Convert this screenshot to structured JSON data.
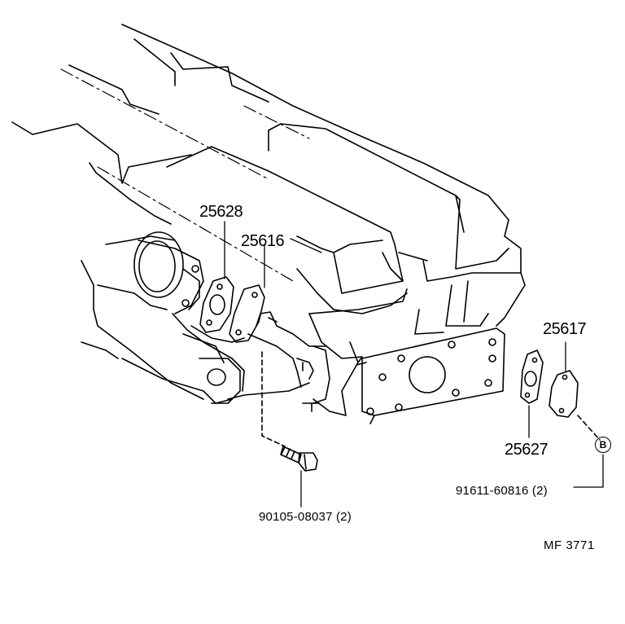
{
  "parts": {
    "p25628": "25628",
    "p25616": "25616",
    "p25617": "25617",
    "p25627": "25627",
    "bolt": "90105-08037 (2)",
    "stud": "91611-60816 (2)"
  },
  "markers": {
    "b": "B"
  },
  "ref_code": "MF  3771",
  "colors": {
    "line": "#000000",
    "background": "#ffffff"
  }
}
